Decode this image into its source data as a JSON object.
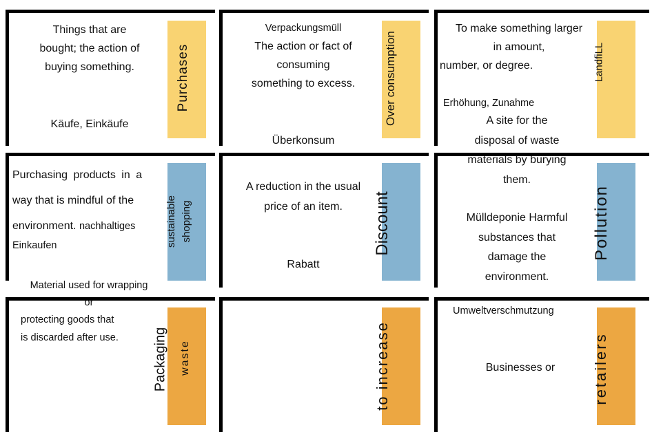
{
  "colors": {
    "yellow": "#F9D372",
    "blue": "#85B3D0",
    "orange": "#ECA742"
  },
  "cards": [
    {
      "term": "Purchases",
      "definition": [
        "Things that are",
        "bought; the action of",
        "buying something."
      ],
      "german": "Käufe, Einkäufe"
    },
    {
      "term": "Over consumption",
      "definition": [
        "The action or fact of",
        "consuming",
        "something to excess."
      ],
      "german_top": "Verpackungsmüll",
      "german": "Überkonsum"
    },
    {
      "term": "LandfiLL",
      "definition": [
        "To make something larger",
        "in amount,",
        "number, or degree."
      ],
      "german": "Erhöhung, Zunahme"
    },
    {
      "term_lines": [
        "sustainable",
        "shopping"
      ],
      "definition": [
        "Purchasing products in a",
        "way that is mindful of the",
        "environment."
      ],
      "german": [
        "nachhaltiges",
        "Einkaufen"
      ]
    },
    {
      "term": "Discount",
      "definition": [
        "A reduction in the usual",
        "price of an item."
      ],
      "german": "Rabatt"
    },
    {
      "term": "Pollution",
      "definition": [
        "A site for the",
        "disposal of waste",
        "materials by burying",
        "them."
      ],
      "german": "Mülldeponie",
      "definition2": [
        "Harmful",
        "substances that",
        "damage the",
        "environment."
      ]
    },
    {
      "term_lines": [
        "Packaging",
        "waste"
      ],
      "overlap": "Material",
      "definition": [
        "Material used for wrapping",
        "or",
        "protecting goods that",
        "is discarded after use."
      ]
    },
    {
      "term": "to increase"
    },
    {
      "term": "retailers",
      "german": "Umweltverschmutzung",
      "definition": [
        "Businesses or"
      ]
    }
  ]
}
